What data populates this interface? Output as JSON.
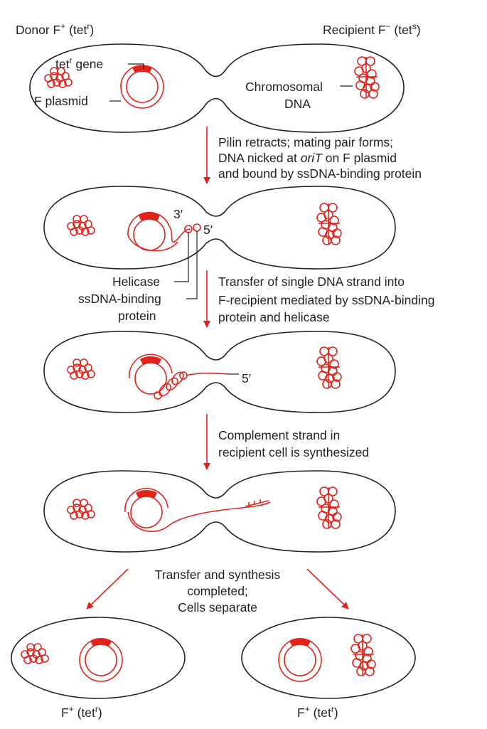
{
  "colors": {
    "dna": "#e2231a",
    "outline": "#231f20",
    "background": "#ffffff"
  },
  "labels": {
    "donor_main": "Donor F",
    "donor_sup": "+",
    "donor_paren": " (tet",
    "donor_paren_sup": "r",
    "donor_close": ")",
    "recipient_main": "Recipient F",
    "recipient_sup": "−",
    "recipient_paren": " (tet",
    "recipient_paren_sup": "s",
    "recipient_close": ")",
    "tet_gene_main": "tet",
    "tet_gene_sup": "r",
    "tet_gene_rest": " gene",
    "f_plasmid": "F plasmid",
    "chromosomal_1": "Chromosomal",
    "chromosomal_2": "DNA",
    "three_prime": "3′",
    "five_prime_a": "5′",
    "five_prime_b": "5′",
    "helicase": "Helicase",
    "ssdna_binding_1": "ssDNA-binding",
    "ssdna_binding_2": "protein",
    "final_left_main": "F",
    "final_left_sup": "+",
    "final_left_paren": " (tet",
    "final_left_paren_sup": "r",
    "final_left_close": ")",
    "final_right_main": "F",
    "final_right_sup": "+",
    "final_right_paren": " (tet",
    "final_right_paren_sup": "r",
    "final_right_close": ")"
  },
  "steps": {
    "step1_line1": "Pilin retracts; mating pair forms;",
    "step1_line2a": "DNA nicked at ",
    "step1_line2_italic": "oriT",
    "step1_line2b": " on F plasmid",
    "step1_line3": "and bound by ssDNA-binding protein",
    "step2_line1": "Transfer of single DNA strand into",
    "step2_line2": "F-recipient mediated by ssDNA-binding",
    "step2_line3": "protein and helicase",
    "step3_line1": "Complement strand in",
    "step3_line2": "recipient cell is synthesized",
    "step4_line1": "Transfer and synthesis",
    "step4_line2": "completed;",
    "step4_line3": "Cells separate"
  }
}
